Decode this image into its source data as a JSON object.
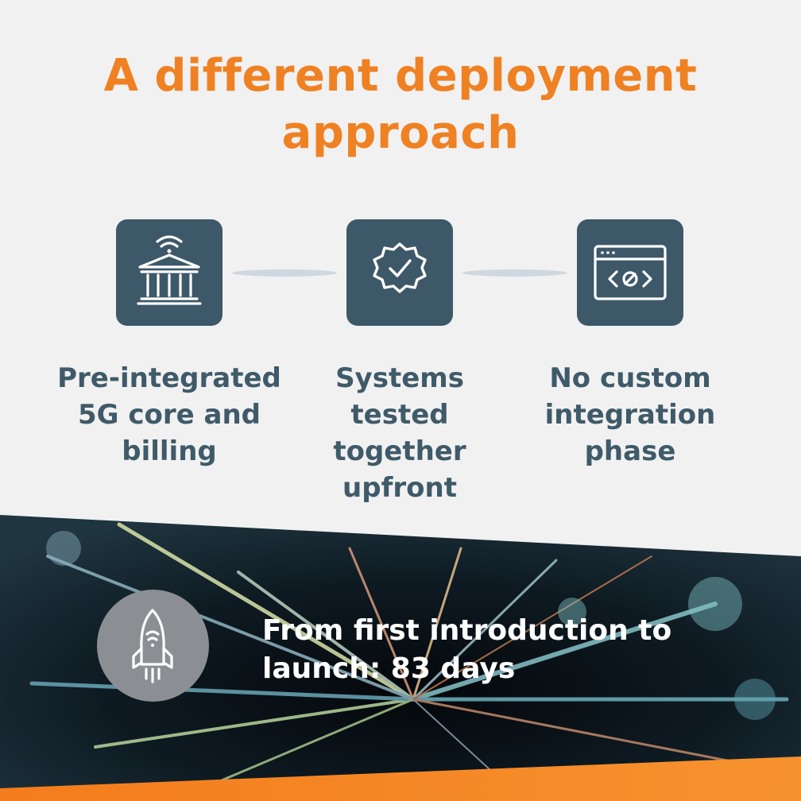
{
  "header": {
    "title_line1": "A different deployment",
    "title_line2": "approach"
  },
  "features": [
    {
      "icon": "bank-wifi-icon",
      "lines": [
        "Pre-integrated",
        "5G core and",
        "billing"
      ]
    },
    {
      "icon": "verified-badge-icon",
      "lines": [
        "Systems",
        "tested",
        "together",
        "upfront"
      ]
    },
    {
      "icon": "code-window-icon",
      "lines": [
        "No custom",
        "integration",
        "phase"
      ]
    }
  ],
  "launch": {
    "icon": "rocket-icon",
    "line1": "From first introduction to",
    "line2": "launch: 83 days"
  },
  "colors": {
    "accent": "#ef8123",
    "tile": "#3d5868",
    "text": "#3f5a69",
    "background": "#f1f1f1"
  }
}
